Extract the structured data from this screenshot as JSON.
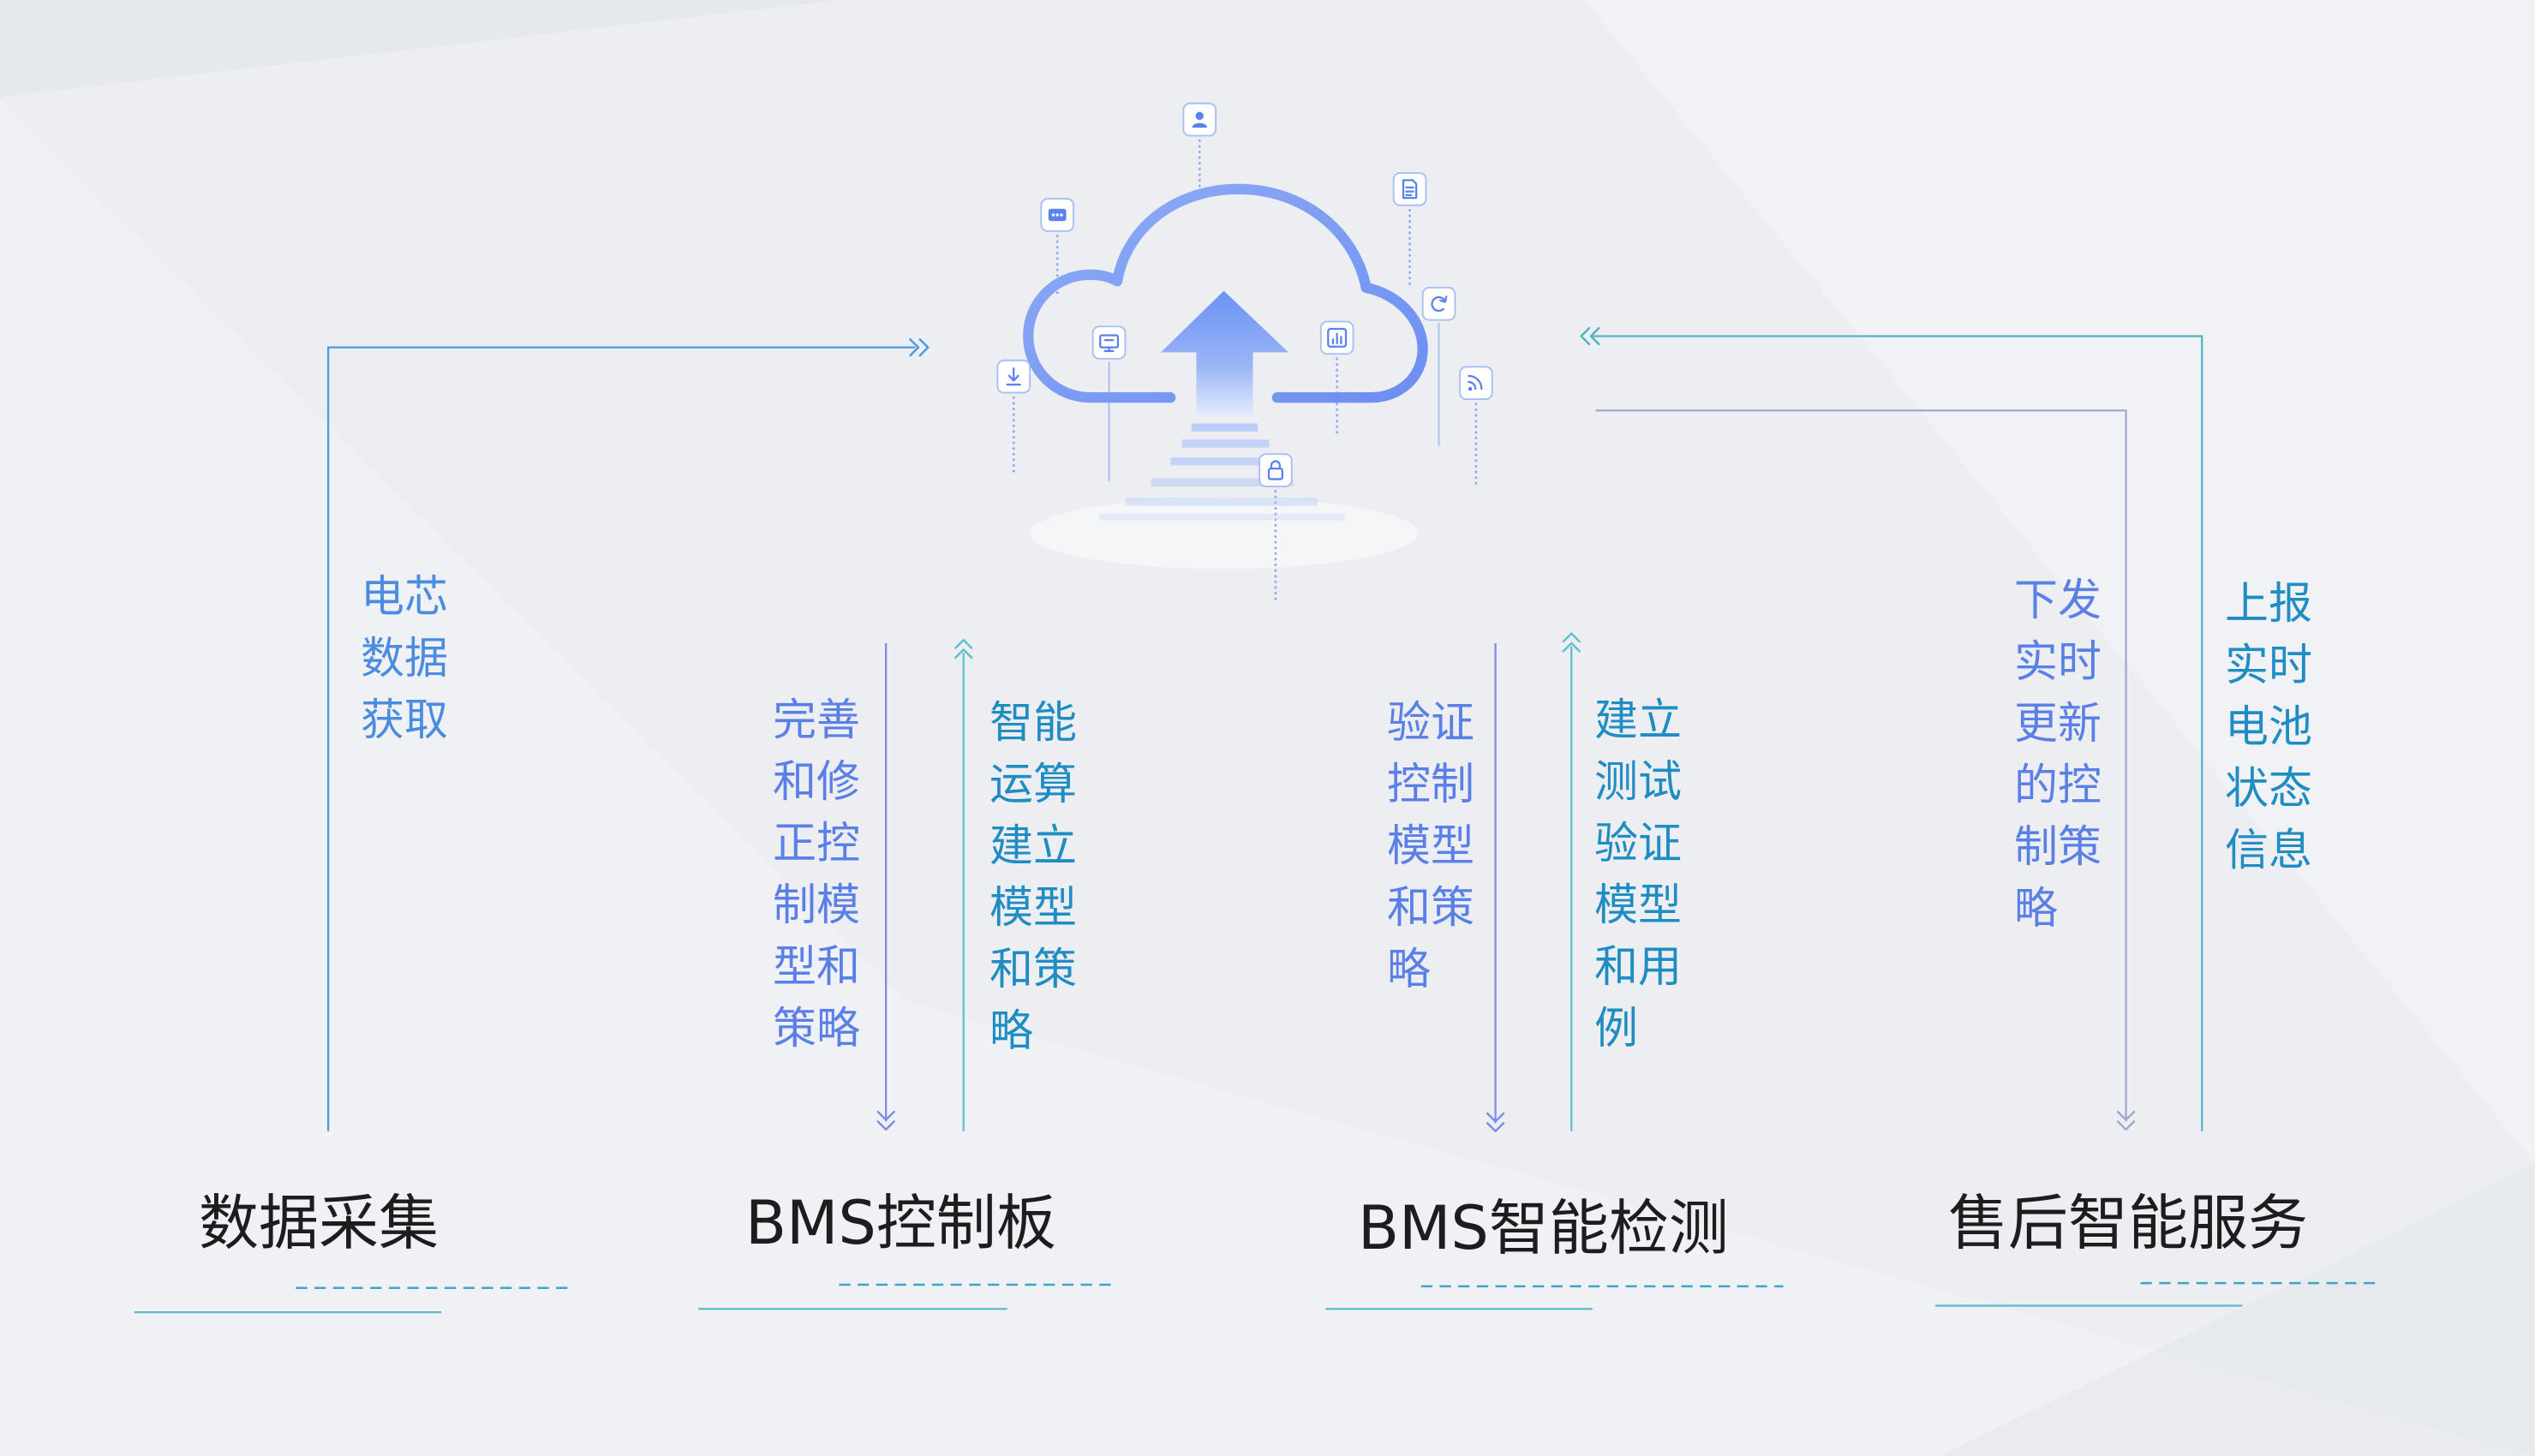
{
  "nodes": {
    "data_acquisition": "数据采集",
    "bms_board": "BMS控制板",
    "bms_detection": "BMS智能检测",
    "after_sales": "售后智能服务"
  },
  "flows": {
    "cell_data": [
      "电芯",
      "数据",
      "获取"
    ],
    "refine_model": [
      "完善",
      "和修",
      "正控",
      "制模",
      "型和",
      "策略"
    ],
    "smart_compute": [
      "智能",
      "运算",
      "建立",
      "模型",
      "和策",
      "略"
    ],
    "verify_model": [
      "验证",
      "控制",
      "模型",
      "和策",
      "略"
    ],
    "build_test": [
      "建立",
      "测试",
      "验证",
      "模型",
      "和用",
      "例"
    ],
    "push_strategy": [
      "下发",
      "实时",
      "更新",
      "的控",
      "制策",
      "略"
    ],
    "report_status": [
      "上报",
      "实时",
      "电池",
      "状态",
      "信息"
    ]
  },
  "icons": {
    "center": "cloud-upload-icon",
    "badges": [
      "person-icon",
      "chat-icon",
      "document-icon",
      "refresh-icon",
      "monitor-icon",
      "chart-icon",
      "download-icon",
      "rss-icon",
      "lock-icon"
    ]
  },
  "colors": {
    "title_text": "#1d1d1f",
    "sky_text": "#4a8ce0",
    "blue_text": "#5a7fe6",
    "teal_text": "#1f8cc3",
    "blue_line": "#4a9ae0",
    "teal_line": "#4fb6c6",
    "gray_line": "#a3a7cc",
    "down_line": "#7f8ae3",
    "up_line": "#5cc0d0",
    "cloud": "#6b8ef2"
  }
}
